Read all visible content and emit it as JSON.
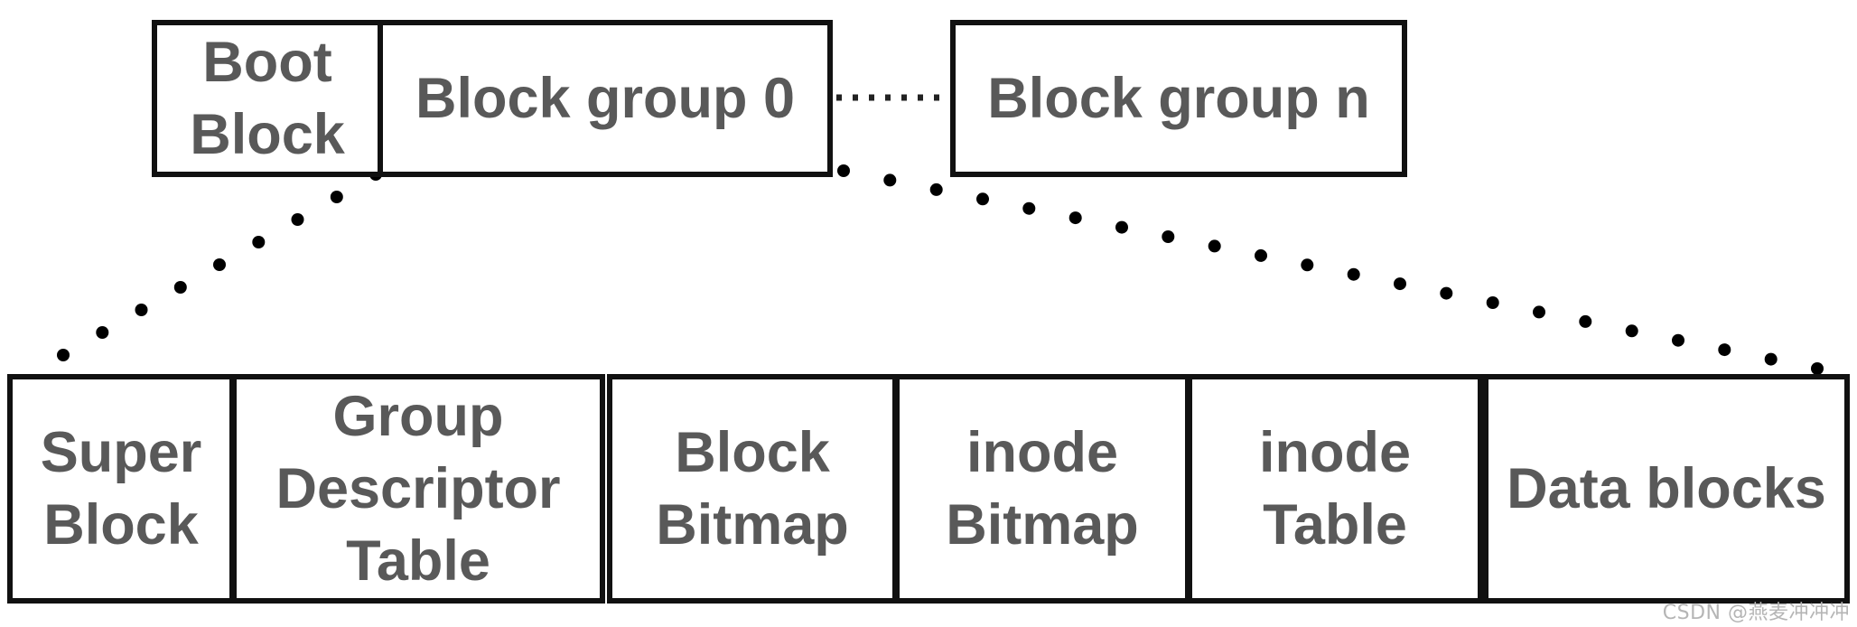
{
  "top_row": {
    "boot_block": "Boot\nBlock",
    "block_group_0": "Block group 0",
    "block_group_n": "Block group n"
  },
  "bottom_row": {
    "super_block": "Super\nBlock",
    "group_descriptor_table": "Group\nDescriptor\nTable",
    "block_bitmap": "Block\nBitmap",
    "inode_bitmap": "inode\nBitmap",
    "inode_table": "inode\nTable",
    "data_blocks": "Data blocks"
  },
  "watermark": "CSDN @燕麦冲冲冲",
  "colors": {
    "border": "#111111",
    "text": "#595959",
    "dots": "#000000"
  }
}
